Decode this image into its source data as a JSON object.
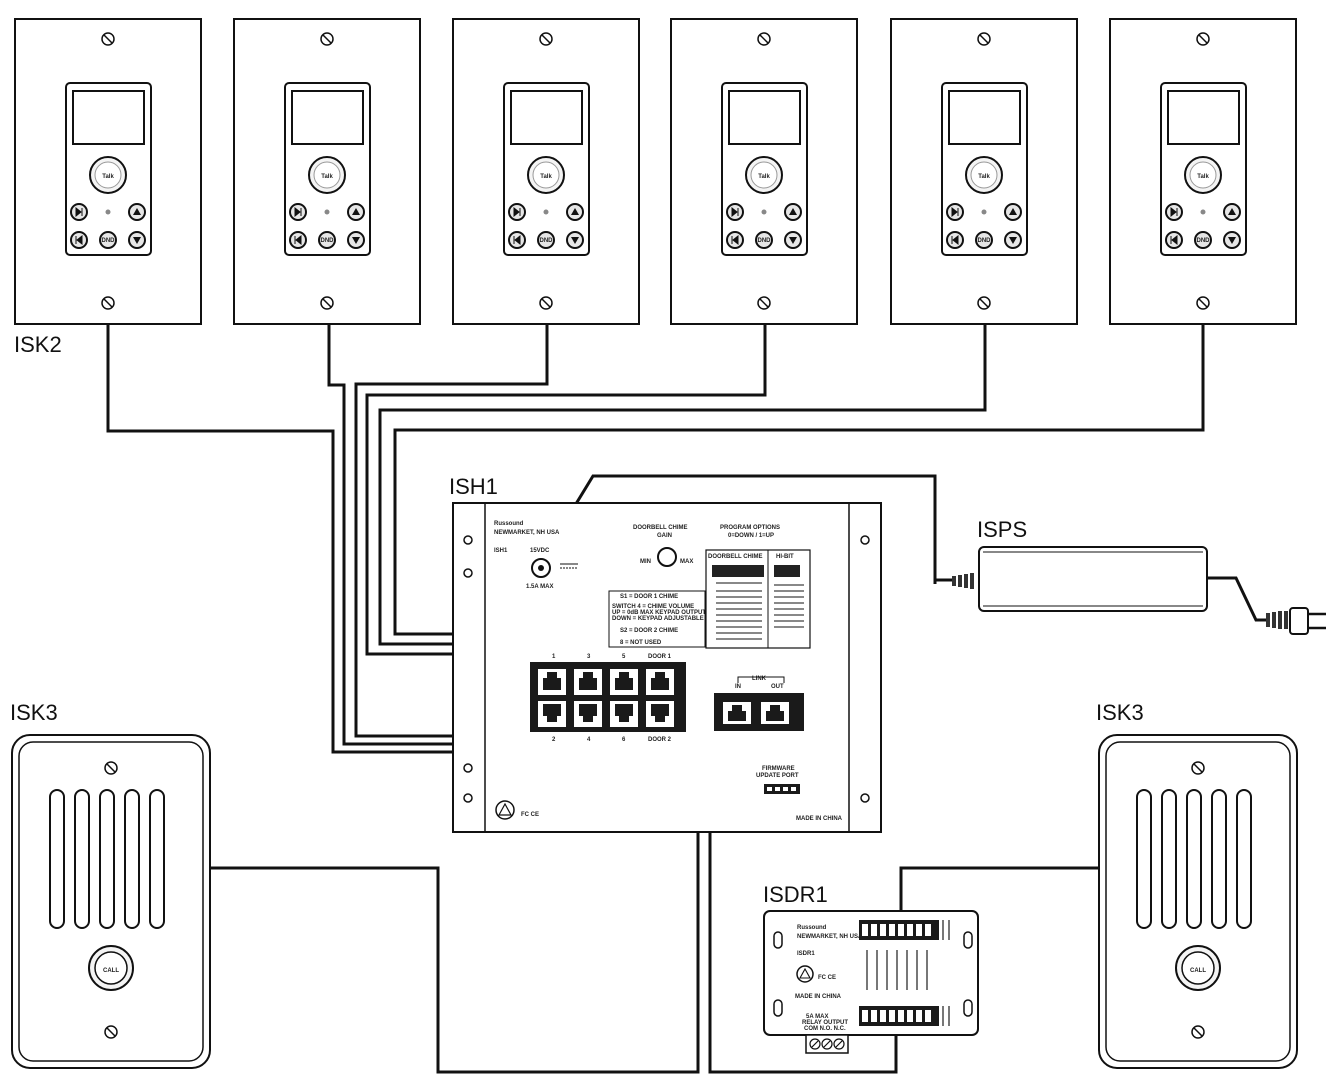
{
  "labels": {
    "isk2": "ISK2",
    "isk3_left": "ISK3",
    "isk3_right": "ISK3",
    "ish1": "ISH1",
    "isps": "ISPS",
    "isdr1": "ISDR1"
  },
  "keypad": {
    "talk": "Talk",
    "dnd": "DND"
  },
  "door_station": {
    "call": "CALL"
  },
  "hub": {
    "brand": "Russound",
    "location": "NEWMARKET, NH USA",
    "model": "ISH1",
    "power": "15VDC",
    "power_amp": "1.5A MAX",
    "chime_gain_title": "DOORBELL CHIME",
    "chime_gain_sub": "GAIN",
    "gain_min": "MIN",
    "gain_max": "MAX",
    "program_options_title": "PROGRAM OPTIONS",
    "program_options_sub": "0=DOWN / 1=UP",
    "doorbell_chime_header": "DOORBELL CHIME",
    "hi_bit_header": "HI-BIT",
    "option_lines": [
      "S1 = DOOR 1 CHIME",
      "SWITCH 4 = CHIME VOLUME",
      "UP = 0dB MAX KEYPAD OUTPUT",
      "DOWN = KEYPAD ADJUSTABLE",
      "S2 = DOOR 2 CHIME",
      "8 = NOT USED"
    ],
    "port_numbers_top": [
      "1",
      "3",
      "5",
      "DOOR 1"
    ],
    "port_numbers_bottom": [
      "2",
      "4",
      "6",
      "DOOR 2"
    ],
    "link_title": "LINK",
    "link_in": "IN",
    "link_out": "OUT",
    "firmware_title": "FIRMWARE",
    "firmware_sub": "UPDATE PORT",
    "made_in": "MADE IN CHINA",
    "compliance": "FC CE"
  },
  "relay": {
    "brand": "Russound",
    "location": "NEWMARKET, NH USA",
    "model": "ISDR1",
    "made_in": "MADE IN CHINA",
    "compliance": "FC CE",
    "relay_max": "5A MAX",
    "relay_output": "RELAY OUTPUT",
    "relay_terms": "COM  N.O.  N.C."
  }
}
